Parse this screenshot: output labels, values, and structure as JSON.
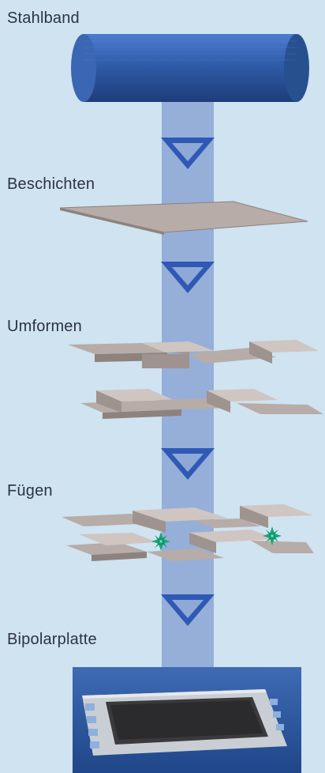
{
  "steps": [
    {
      "label": "Stahlband"
    },
    {
      "label": "Beschichten"
    },
    {
      "label": "Umformen"
    },
    {
      "label": "Fügen"
    },
    {
      "label": "Bipolarplatte"
    }
  ],
  "colors": {
    "background": "#cfe3f1",
    "flow_band": "#8fa9d6",
    "arrow": "#2f59b5",
    "roll": "#2f5ca8",
    "plate": "#b7aca7",
    "weld_spark": "#16a87a",
    "product_bg": "#2d5aa4"
  }
}
